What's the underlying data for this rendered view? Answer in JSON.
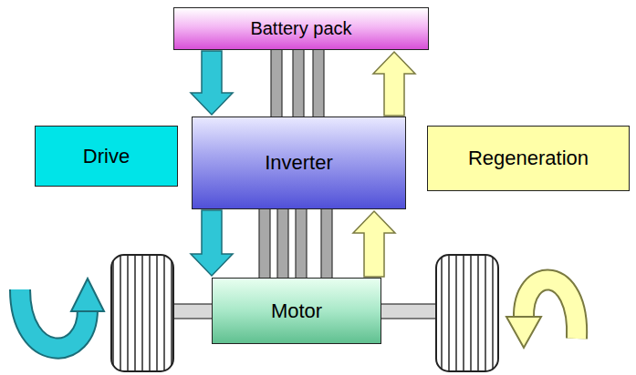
{
  "diagram": {
    "nodes": [
      {
        "text": [
          "Battery pack"
        ]
      },
      {
        "text": [
          "Drive"
        ]
      },
      {
        "text": [
          "Inverter"
        ]
      },
      {
        "text": [
          "Regeneration"
        ]
      },
      {
        "text": [
          "Motor"
        ]
      }
    ],
    "edges": [
      {
        "from": 0,
        "to": 2,
        "arrow": "to"
      },
      {
        "from": 2,
        "to": 0,
        "arrow": "to"
      },
      {
        "from": 2,
        "to": 4,
        "arrow": "to"
      },
      {
        "from": 4,
        "to": 2,
        "arrow": "to"
      }
    ]
  }
}
